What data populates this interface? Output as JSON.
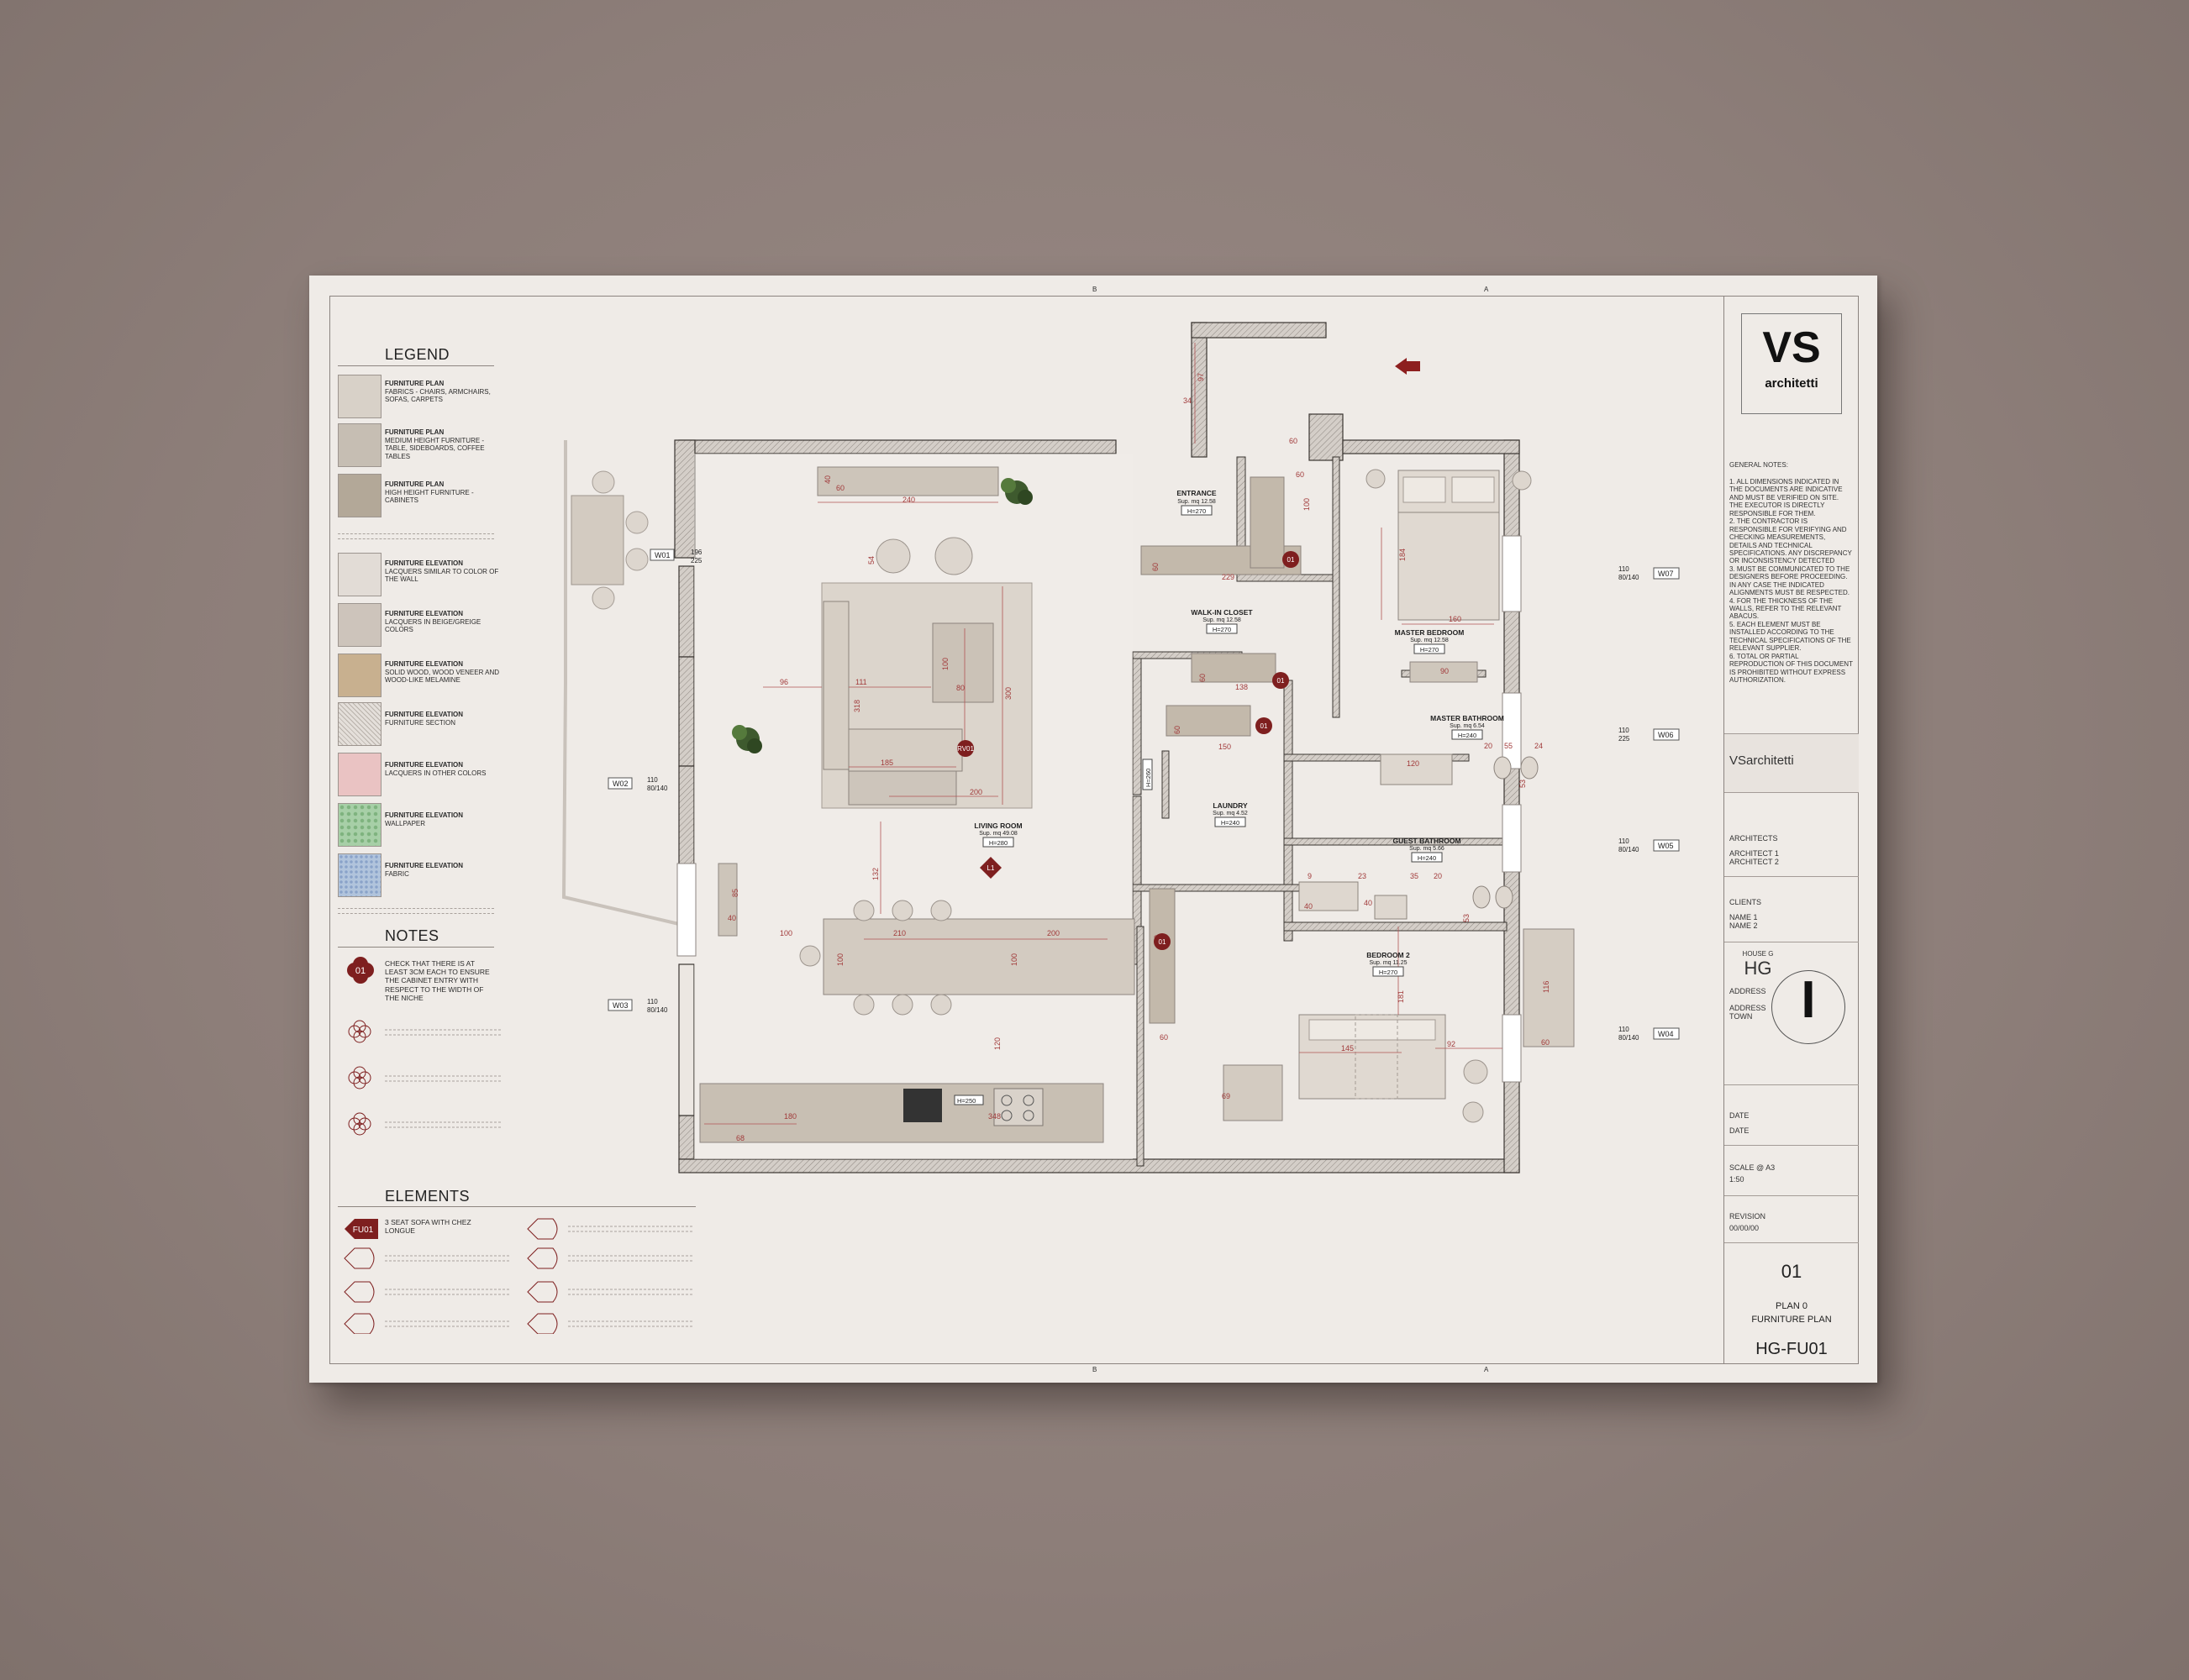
{
  "legend": {
    "title": "LEGEND",
    "items": [
      {
        "title": "FURNITURE PLAN",
        "desc": "FABRICS - CHAIRS, ARMCHAIRS, SOFAS, CARPETS",
        "color": "#d8d1c8"
      },
      {
        "title": "FURNITURE PLAN",
        "desc": "MEDIUM HEIGHT FURNITURE - TABLE, SIDEBOARDS, COFFEE TABLES",
        "color": "#c6beb3"
      },
      {
        "title": "FURNITURE PLAN",
        "desc": "HIGH HEIGHT FURNITURE - CABINETS",
        "color": "#b3a898"
      },
      {
        "title": "FURNITURE ELEVATION",
        "desc": "LACQUERS SIMILAR TO COLOR OF THE WALL",
        "color": "#e2dcd6"
      },
      {
        "title": "FURNITURE ELEVATION",
        "desc": "LACQUERS IN BEIGE/GREIGE COLORS",
        "color": "#cdc4bb"
      },
      {
        "title": "FURNITURE ELEVATION",
        "desc": "SOLID WOOD, WOOD VENEER AND WOOD-LIKE MELAMINE",
        "color": "#c8b08f"
      },
      {
        "title": "FURNITURE ELEVATION",
        "desc": "FURNITURE SECTION",
        "color": "#d9d4cf"
      },
      {
        "title": "FURNITURE ELEVATION",
        "desc": "LACQUERS IN OTHER COLORS",
        "color": "#eac3c3"
      },
      {
        "title": "FURNITURE ELEVATION",
        "desc": "WALLPAPER",
        "color": "#a7cfa7"
      },
      {
        "title": "FURNITURE ELEVATION",
        "desc": "FABRIC",
        "color": "#b1c4dc"
      }
    ]
  },
  "notes": {
    "title": "NOTES",
    "items": [
      {
        "tag": "01",
        "text": "CHECK THAT THERE IS AT LEAST 3CM EACH TO ENSURE THE CABINET ENTRY WITH RESPECT TO THE WIDTH OF THE NICHE"
      }
    ]
  },
  "elements": {
    "title": "ELEMENTS",
    "items": [
      {
        "tag": "FU01",
        "text": "3 SEAT SOFA WITH CHEZ LONGUE"
      }
    ]
  },
  "sheet": {
    "grid_b": "B",
    "grid_a": "A",
    "logo_mark": "VS",
    "logo_text": "architetti",
    "general_notes_title": "GENERAL NOTES:",
    "general_notes": [
      "1.      ALL DIMENSIONS INDICATED IN THE DOCUMENTS ARE INDICATIVE AND MUST BE VERIFIED ON SITE. THE EXECUTOR IS DIRECTLY RESPONSIBLE FOR THEM.",
      "2.      THE CONTRACTOR IS RESPONSIBLE FOR VERIFYING AND CHECKING MEASUREMENTS, DETAILS AND TECHNICAL SPECIFICATIONS. ANY DISCREPANCY OR INCONSISTENCY DETECTED",
      "3.      MUST BE COMMUNICATED TO THE DESIGNERS BEFORE PROCEEDING. IN ANY CASE THE INDICATED ALIGNMENTS MUST BE RESPECTED.",
      "4.      FOR THE THICKNESS OF THE WALLS, REFER TO THE RELEVANT ABACUS.",
      "5.      EACH ELEMENT MUST BE INSTALLED ACCORDING TO THE TECHNICAL SPECIFICATIONS OF THE RELEVANT SUPPLIER.",
      "6.      TOTAL OR PARTIAL REPRODUCTION OF THIS DOCUMENT IS PROHIBITED WITHOUT EXPRESS AUTHORIZATION."
    ],
    "studio": "VSarchitetti",
    "architects_label": "ARCHITECTS",
    "architect_1": "ARCHITECT 1",
    "architect_2": "ARCHITECT 2",
    "clients_label": "CLIENTS",
    "client_1": "NAME 1",
    "client_2": "NAME 2",
    "house_label": "HOUSE G",
    "house_code": "HG",
    "address_label": "ADDRESS",
    "address_1": "ADDRESS",
    "address_2": "TOWN",
    "north_glyph": "I",
    "date_label": "DATE",
    "date_value": "DATE",
    "scale_label": "SCALE @ A3",
    "scale_value": "1:50",
    "revision_label": "REVISION",
    "revision_value": "00/00/00",
    "sheet_number": "01",
    "plan_line_1": "PLAN 0",
    "plan_line_2": "FURNITURE PLAN",
    "drawing_code": "HG-FU01"
  },
  "plan": {
    "rooms": [
      {
        "name": "ENTRANCE",
        "area": "Sup. mq 12.58",
        "height": "H=270"
      },
      {
        "name": "WALK-IN CLOSET",
        "area": "Sup. mq 12.58",
        "height": "H=270"
      },
      {
        "name": "MASTER BEDROOM",
        "area": "Sup. mq 12.58",
        "height": "H=270"
      },
      {
        "name": "MASTER BATHROOM",
        "area": "Sup. mq 6.54",
        "height": "H=240"
      },
      {
        "name": "LIVING ROOM",
        "area": "Sup. mq 49.08",
        "height": "H=280"
      },
      {
        "name": "LAUNDRY",
        "area": "Sup. mq 4.52",
        "height": "H=240"
      },
      {
        "name": "GUEST BATHROOM",
        "area": "Sup. mq 5.66",
        "height": "H=240"
      },
      {
        "name": "BEDROOM 2",
        "area": "Sup. mq 11.25",
        "height": "H=270"
      }
    ],
    "windows": [
      {
        "tag": "W01",
        "dims": [
          "196",
          "225"
        ]
      },
      {
        "tag": "W02",
        "dims": [
          "110",
          "80/140"
        ]
      },
      {
        "tag": "W03",
        "dims": [
          "110",
          "80/140"
        ]
      },
      {
        "tag": "W04",
        "dims": [
          "110",
          "80/140"
        ]
      },
      {
        "tag": "W05",
        "dims": [
          "110",
          "80/140"
        ]
      },
      {
        "tag": "W06",
        "dims": [
          "110",
          "225"
        ]
      },
      {
        "tag": "W07",
        "dims": [
          "110",
          "80/140"
        ]
      }
    ],
    "markers": {
      "rv01": "RV01",
      "l1": "L1",
      "n01": "01",
      "h250": "H=250",
      "h260": "H=260"
    },
    "dims": {
      "d240": "240",
      "d60": "60",
      "d54": "54",
      "d96": "96",
      "d111": "111",
      "d318": "318",
      "d100": "100",
      "d80": "80",
      "d300": "300",
      "d185": "185",
      "d200": "200",
      "d132": "132",
      "d210": "210",
      "d120": "120",
      "d180": "180",
      "d348": "348",
      "d68": "68",
      "d40": "40",
      "d85": "85",
      "d97": "97",
      "d34": "34",
      "d229": "229",
      "d138": "138",
      "d150": "150",
      "d184": "184",
      "d160": "160",
      "d90": "90",
      "d55": "55",
      "d24": "24",
      "d20": "20",
      "d53": "53",
      "d23": "23",
      "d35": "35",
      "d9": "9",
      "d181": "181",
      "d145": "145",
      "d92": "92",
      "d69": "69",
      "d116": "116"
    }
  }
}
